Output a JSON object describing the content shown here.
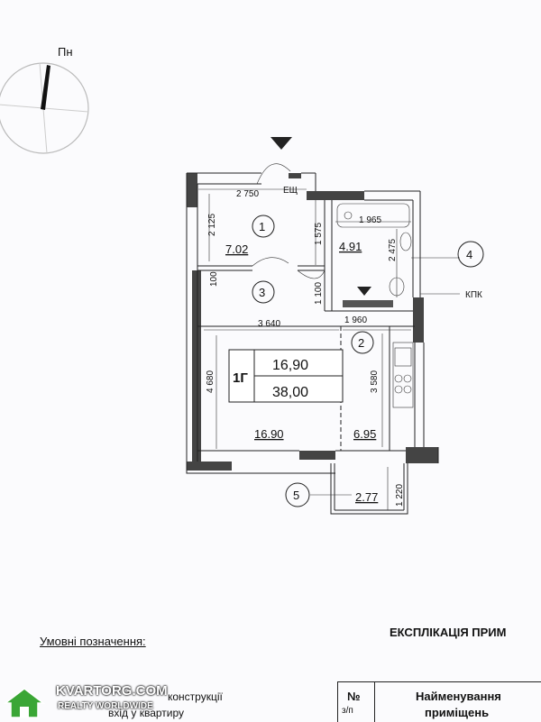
{
  "compass": {
    "north_label": "Пн"
  },
  "dimensions": {
    "top_width": "2 750",
    "elevator_label": "ЕЩ",
    "bath_width": "1 965",
    "left_upper": "2 125",
    "mid_vertical": "1 575",
    "bath_vertical": "2 475",
    "wall_thick": "100",
    "corridor_vertical": "1 100",
    "row_width_left": "3 640",
    "row_width_right": "1 960",
    "left_lower": "4 680",
    "kitchen_vertical": "3 580",
    "balcony_vertical": "1 220"
  },
  "rooms": [
    {
      "number": "1",
      "area": "7.02"
    },
    {
      "number": "2",
      "area": "6.95"
    },
    {
      "number": "3",
      "area": "16.90"
    },
    {
      "number": "4",
      "area": "4.91"
    },
    {
      "number": "5",
      "area": "2.77"
    }
  ],
  "summary": {
    "apartment_type": "1Г",
    "living_area": "16,90",
    "total_area": "38,00"
  },
  "kpk_label": "КПК",
  "legend": {
    "title": "Умовні позначення:",
    "line1": "конструкції",
    "line2": "вхід у квартиру"
  },
  "explication": {
    "title": "ЕКСПЛІКАЦІЯ ПРИМ",
    "col_no": "№",
    "col_no_sub": "з/п",
    "col_name_1": "Найменування",
    "col_name_2": "приміщень"
  },
  "watermark": {
    "name": "KVARTORG.COM",
    "sub": "REALTY WORLDWIDE"
  }
}
